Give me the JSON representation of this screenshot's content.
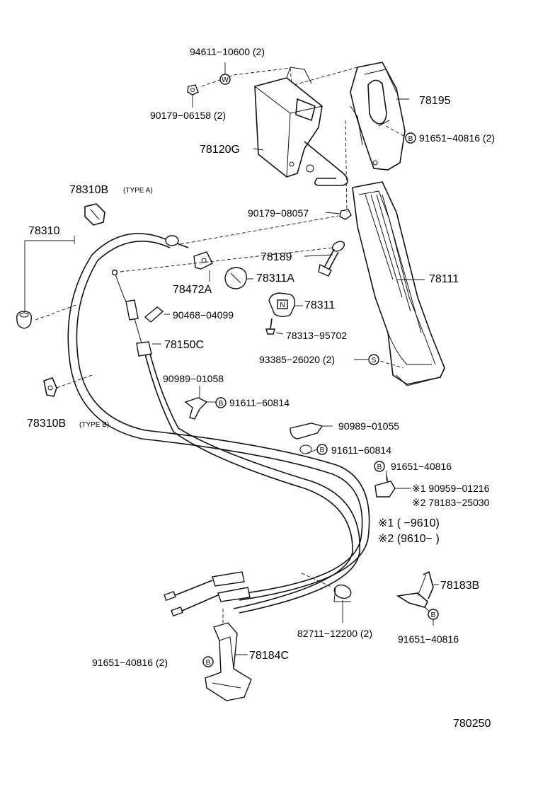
{
  "labels": {
    "l94611": "94611−10600 (2)",
    "l90179a": "90179−06158 (2)",
    "l78195": "78195",
    "l91651a": "91651−40816 (2)",
    "l78120g": "78120G",
    "l78310b_a": "78310B",
    "type_a": "(TYPE A)",
    "l90179b": "90179−08057",
    "l78310": "78310",
    "l78189": "78189",
    "l78311a": "78311A",
    "l78472a": "78472A",
    "l78111": "78111",
    "l78311": "78311",
    "l90468": "90468−04099",
    "l78313": "78313−95702",
    "l78150c": "78150C",
    "l93385": "93385−26020 (2)",
    "l90989a": "90989−01058",
    "l91611a": "91611−60814",
    "l78310b_b": "78310B",
    "type_b": "(TYPE B)",
    "l90989b": "90989−01055",
    "l91611b": "91611−60814",
    "l91651b": "91651−40816",
    "l1_90959": "※1 90959−01216",
    "l2_78183": "※2 78183−25030",
    "note1": "※1 (        −9610)",
    "note2": "※2 (9610−        )",
    "l78183b": "78183B",
    "l91651c": "91651−40816",
    "l82711": "82711−12200 (2)",
    "l91651d": "91651−40816 (2)",
    "l78184c": "78184C",
    "diagram_id": "780250"
  },
  "marks": {
    "w": "W",
    "b": "B",
    "s": "S",
    "n": "N"
  }
}
